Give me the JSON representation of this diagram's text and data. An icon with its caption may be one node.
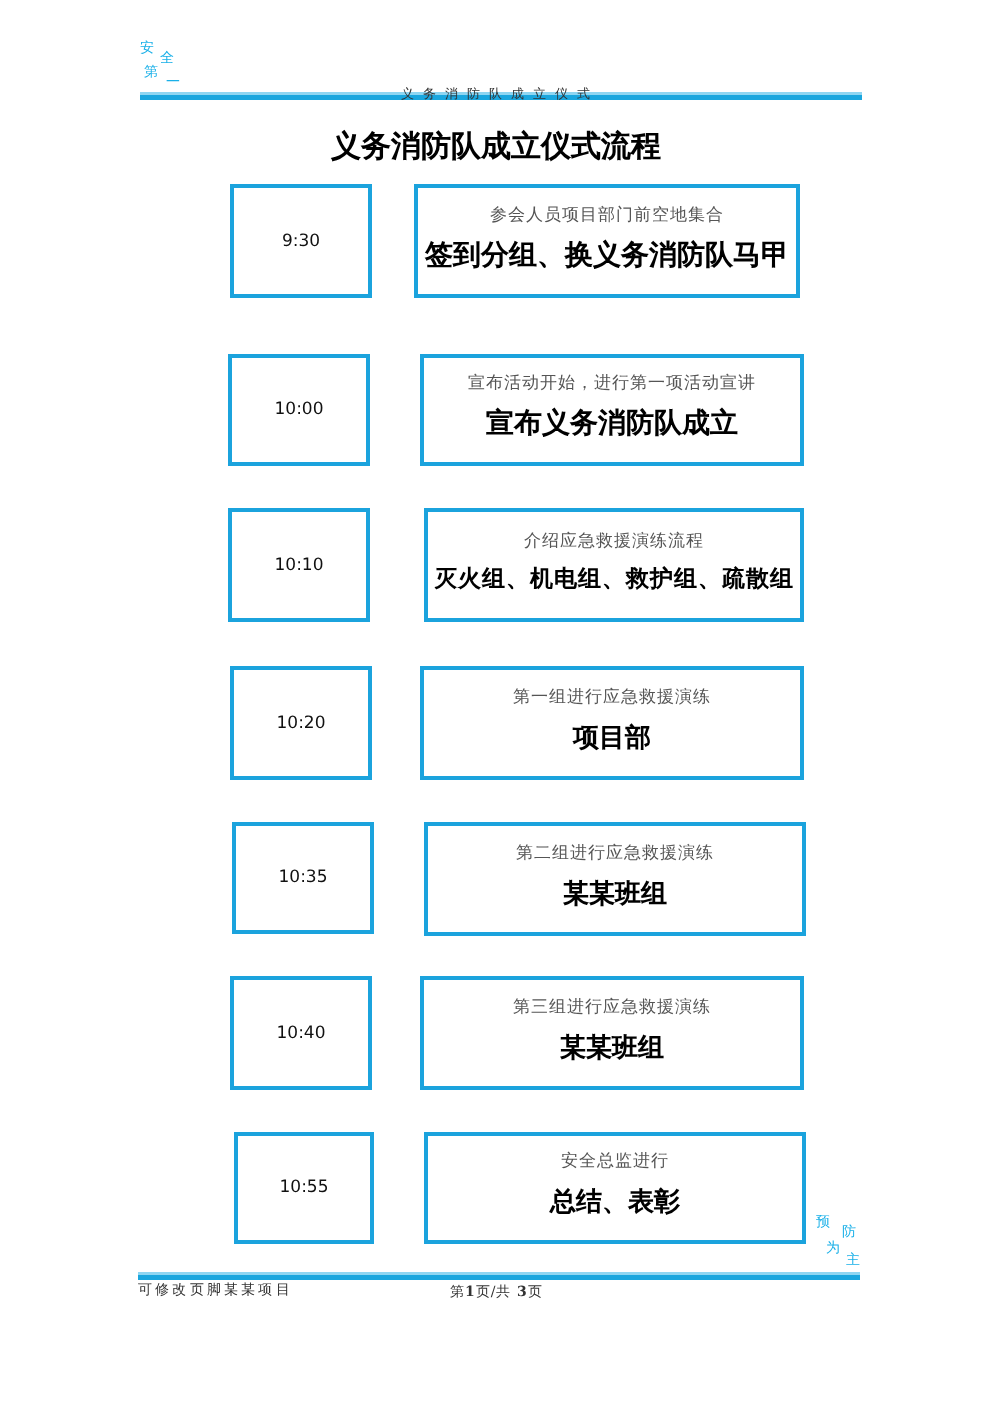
{
  "diagram": {
    "title": "义务消防队成立仪式流程",
    "nodes": [
      {
        "text": [
          "9:30"
        ]
      },
      {
        "text": [
          "参会人员项目部门前空地集合",
          "签到分组、换义务消防队马甲"
        ]
      },
      {
        "text": [
          "10:00"
        ]
      },
      {
        "text": [
          "宣布活动开始，进行第一项活动宣讲",
          "宣布义务消防队成立"
        ]
      },
      {
        "text": [
          "10:10"
        ]
      },
      {
        "text": [
          "介绍应急救援演练流程",
          "灭火组、机电组、救护组、疏散组"
        ]
      },
      {
        "text": [
          "10:20"
        ]
      },
      {
        "text": [
          "第一组进行应急救援演练",
          "项目部"
        ]
      },
      {
        "text": [
          "10:35"
        ]
      },
      {
        "text": [
          "第二组进行应急救援演练",
          "某某班组"
        ]
      },
      {
        "text": [
          "10:40"
        ]
      },
      {
        "text": [
          "第三组进行应急救援演练",
          "某某班组"
        ]
      },
      {
        "text": [
          "10:55"
        ]
      },
      {
        "text": [
          "安全总监进行",
          "总结、表彰"
        ]
      }
    ],
    "labels": [
      "安全第一",
      "义务消防队成立仪式",
      "预防为主",
      "可修改页脚某某项目",
      "第**1**页/共 **3**页"
    ]
  }
}
